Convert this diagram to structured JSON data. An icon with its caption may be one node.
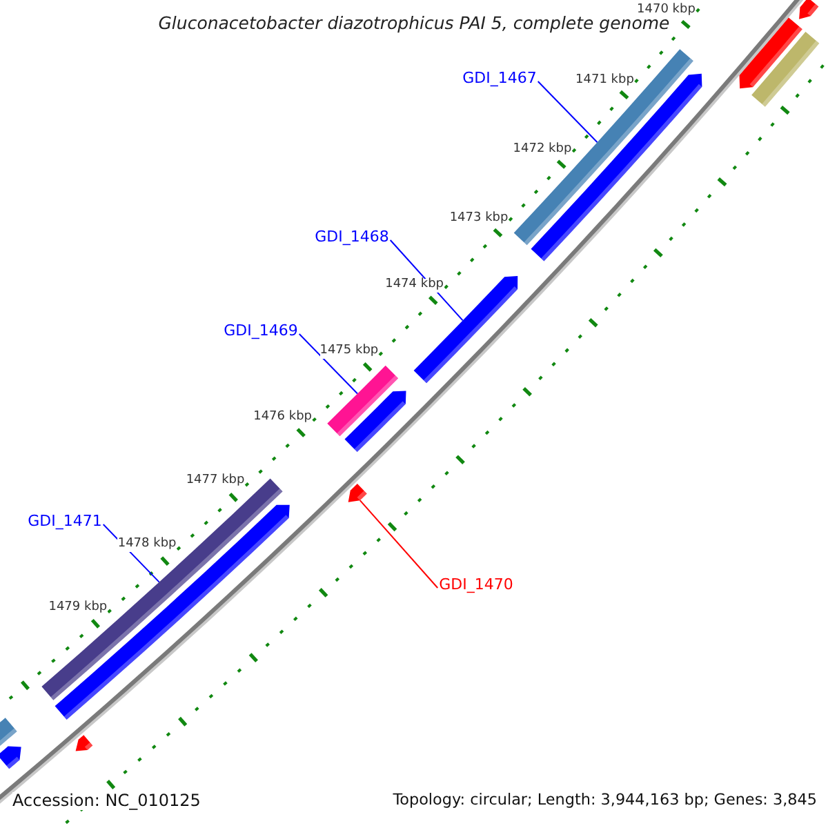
{
  "diagram": {
    "title": "Gluconacetobacter diazotrophicus PAI 5, complete genome",
    "nodes": [
      {
        "text": [
          "GDI_1467"
        ]
      },
      {
        "text": [],
        "shape": "bar"
      },
      {
        "text": [
          "GDI_1468"
        ]
      },
      {
        "text": [],
        "shape": "bar"
      },
      {
        "text": [
          "GDI_1469"
        ]
      },
      {
        "text": [],
        "shape": "bar"
      },
      {
        "text": [
          "GDI_1471"
        ]
      },
      {
        "text": [],
        "shape": "bar"
      },
      {
        "text": [
          "GDI_1470"
        ]
      },
      {
        "text": [],
        "shape": "bar"
      },
      {
        "text": [],
        "shape": "bar"
      },
      {
        "text": [],
        "shape": "bar"
      },
      {
        "text": [],
        "shape": "bar"
      },
      {
        "text": [],
        "shape": "bar"
      },
      {
        "text": [],
        "shape": "bar"
      },
      {
        "text": [],
        "shape": "bar"
      },
      {
        "text": [],
        "shape": "bar"
      },
      {
        "text": [],
        "shape": "bar"
      },
      {
        "text": [],
        "shape": "bar"
      }
    ],
    "edges": [
      {
        "from": 0,
        "to": 1,
        "arrow": "none"
      },
      {
        "from": 2,
        "to": 3,
        "arrow": "none"
      },
      {
        "from": 4,
        "to": 5,
        "arrow": "none"
      },
      {
        "from": 6,
        "to": 7,
        "arrow": "none"
      },
      {
        "from": 8,
        "to": 9,
        "arrow": "none",
        "color": "#ff0000"
      }
    ],
    "labels": [
      "1470 kbp",
      "1471 kbp",
      "1472 kbp",
      "1473 kbp",
      "1474 kbp",
      "1475 kbp",
      "1476 kbp",
      "1477 kbp",
      "1478 kbp",
      "1479 kbp",
      "Accession: NC_010125",
      "Topology: circular; Length: 3,944,163 bp; Genes: 3,845"
    ]
  }
}
